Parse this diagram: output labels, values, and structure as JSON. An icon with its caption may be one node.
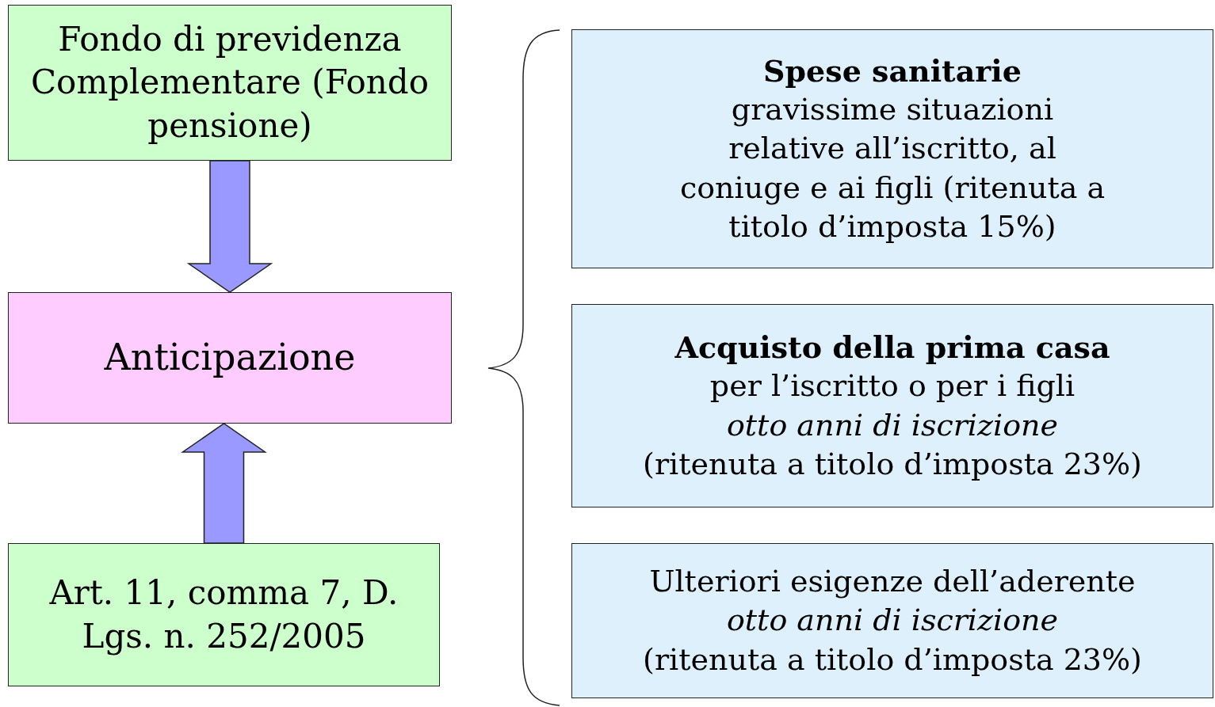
{
  "diagram": {
    "nodes": [
      {
        "text": [
          "Fondo di previdenza Complementare (Fondo pensione)"
        ]
      },
      {
        "text": [
          "Anticipazione"
        ]
      },
      {
        "text": [
          "Art. 11, comma 7, D. Lgs. n. 252/2005"
        ]
      },
      {
        "text": [
          "Spese sanitarie",
          "gravissime situazioni relative all’iscritto, al coniuge e ai figli (ritenuta a titolo d’imposta 15%)"
        ]
      },
      {
        "text": [
          "Acquisto della prima casa",
          "per l’iscritto o per i figli *otto anni di iscrizione* (ritenuta a titolo d’imposta 23%)"
        ]
      },
      {
        "text": [
          "Ulteriori esigenze dell’aderente *otto anni di iscrizione* (ritenuta a titolo d’imposta 23%)"
        ]
      }
    ],
    "edges": [
      {
        "from": 0,
        "to": 1,
        "arrow": "to",
        "style": "thick"
      },
      {
        "from": 2,
        "to": 1,
        "arrow": "to",
        "style": "thick"
      }
    ]
  }
}
